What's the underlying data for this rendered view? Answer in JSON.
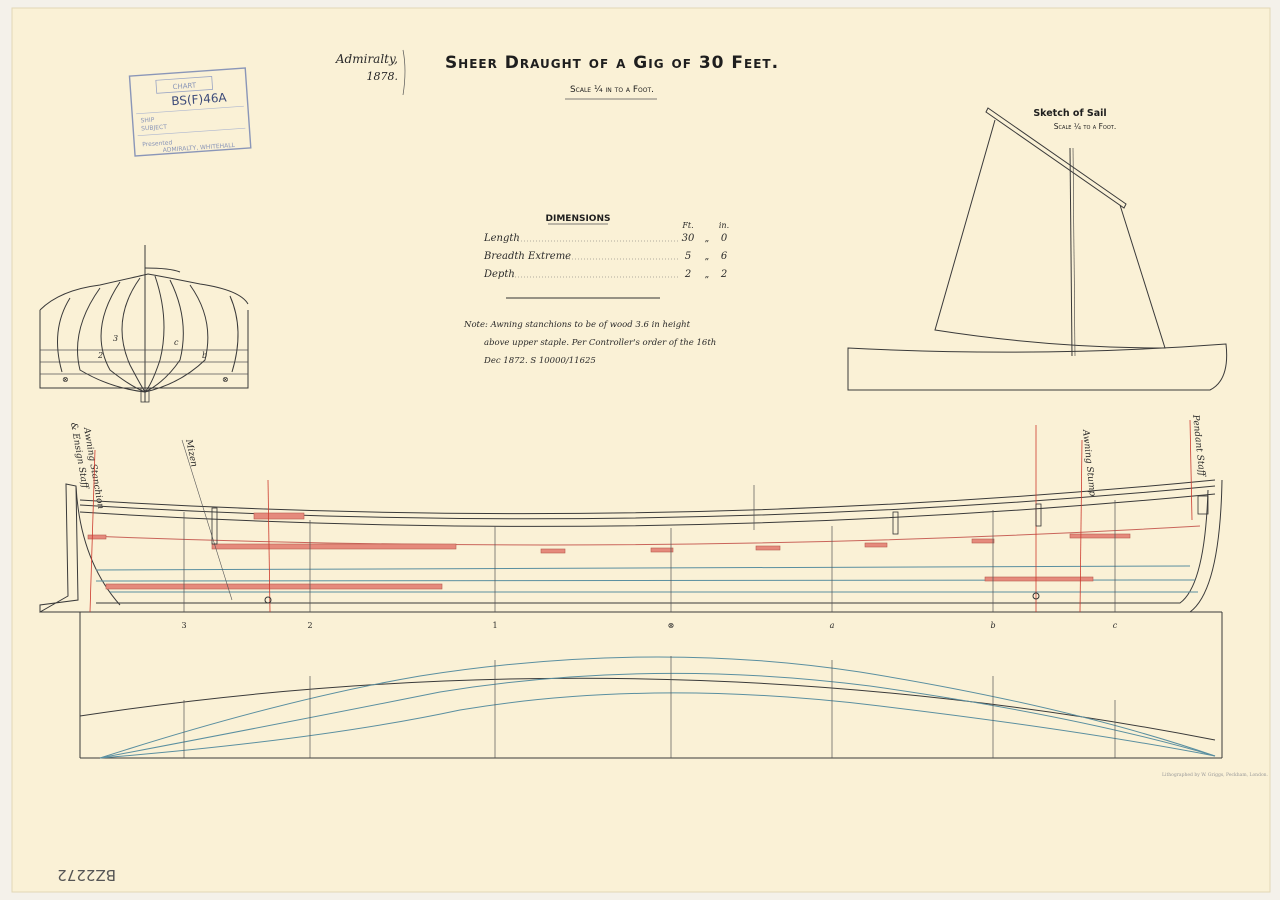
{
  "header": {
    "org": "Admiralty,",
    "year": "1878.",
    "title": "Sheer Draught of a Gig of 30 Feet.",
    "scale": "Scale ¼ in to a Foot."
  },
  "stamp": {
    "line1": "CHART",
    "ref": "BS(F)46A",
    "line3": "SHIP",
    "line4": "SUBJECT",
    "line5": "Presented",
    "line6": "ADMIRALTY, WHITEHALL"
  },
  "dimensions": {
    "heading": "DIMENSIONS",
    "col_ft": "Ft.",
    "col_in": "in.",
    "rows": [
      {
        "label": "Length",
        "ft": "30",
        "sep": "„",
        "in": "0"
      },
      {
        "label": "Breadth Extreme",
        "ft": "5",
        "sep": "„",
        "in": "6"
      },
      {
        "label": "Depth",
        "ft": "2",
        "sep": "„",
        "in": "2"
      }
    ]
  },
  "note": {
    "line1": "Note: Awning stanchions to be of wood 3.6 in height",
    "line2": "above upper staple. Per Controller's order of the 16th",
    "line3": "Dec 1872. S 10000/11625"
  },
  "sail": {
    "title": "Sketch of Sail",
    "scale": "Scale ¼ to a Foot."
  },
  "body_plan": {
    "labels": [
      "3",
      "2",
      "c",
      "b",
      "⊗",
      "⊗"
    ]
  },
  "profile": {
    "labels_left": [
      "Awning Stanchion",
      "& Ensign Staff"
    ],
    "label_mizen": "Mizen",
    "label_awning_stump": "Awning Stump",
    "label_pendant": "Pendant Staff",
    "stations": [
      "3",
      "2",
      "1",
      "⊗",
      "a",
      "b",
      "c"
    ]
  },
  "footer": {
    "imprint": "Lithographed by W. Griggs, Peckham, London.",
    "catalogue_no": "BZ2272"
  },
  "colors": {
    "paper": "#faf1d6",
    "ink": "#3a3a3a",
    "red": "#c9645a",
    "blue": "#5a8fa0"
  }
}
